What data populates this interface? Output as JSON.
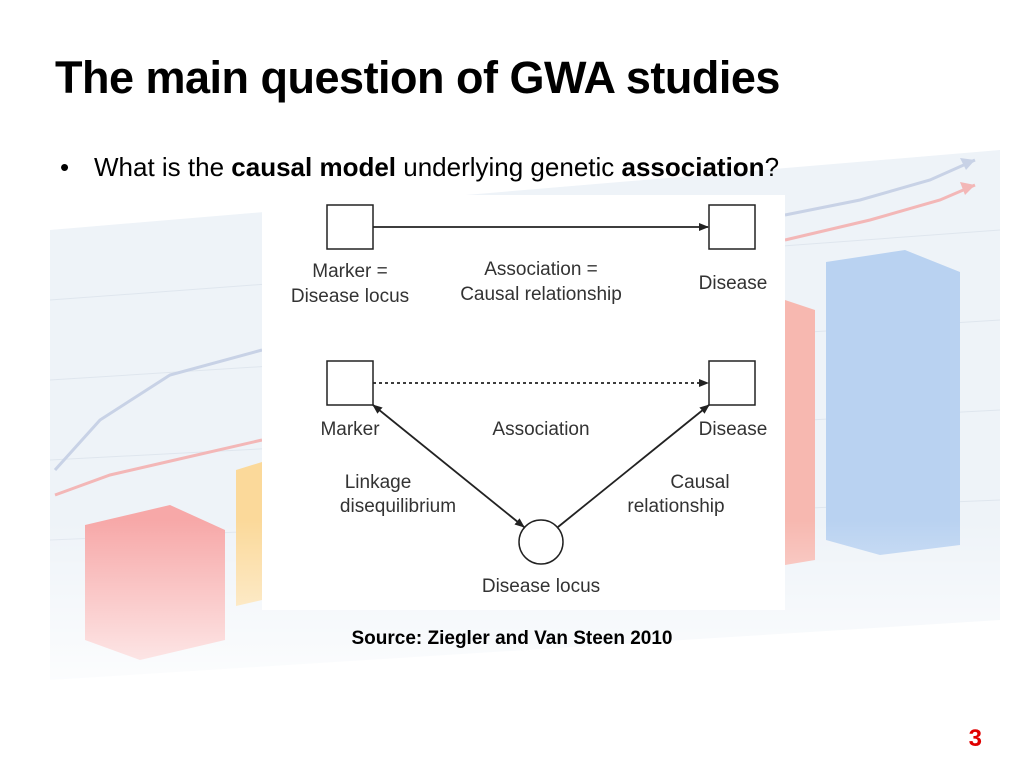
{
  "slide": {
    "title": "The main question of GWA studies",
    "bullet": {
      "prefix": "What is the ",
      "term1": "causal model",
      "middle": " underlying genetic ",
      "term2": "association",
      "suffix": "?"
    },
    "source": "Source: Ziegler and Van Steen 2010",
    "page_number": "3"
  },
  "diagram": {
    "top": {
      "marker_label": [
        "Marker =",
        "Disease locus"
      ],
      "edge_label": [
        "Association =",
        "Causal relationship"
      ],
      "disease_label": "Disease"
    },
    "bottom": {
      "marker_label": "Marker",
      "edge_label": "Association",
      "disease_label": "Disease",
      "ld_label": [
        "Linkage",
        "disequilibrium"
      ],
      "causal_label": [
        "Causal",
        "relationship"
      ],
      "locus_label": "Disease locus"
    }
  },
  "colors": {
    "title": "#000000",
    "page_number": "#e00000",
    "diagram_ink": "#333333"
  }
}
